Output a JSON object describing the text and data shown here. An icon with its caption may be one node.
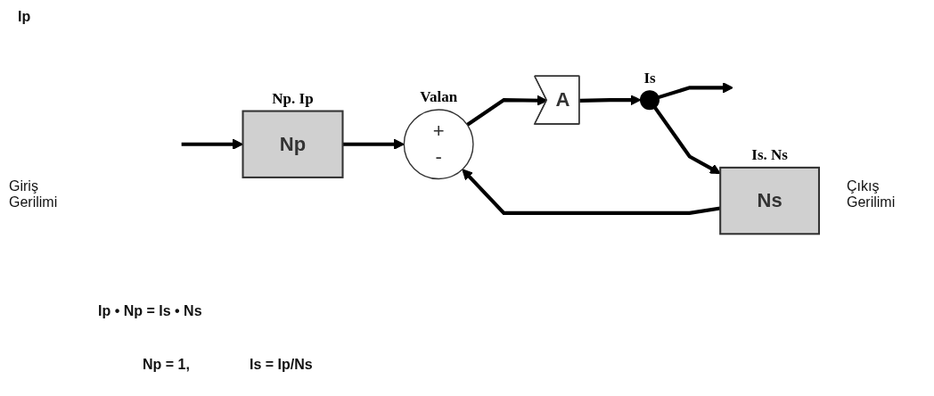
{
  "diagram": {
    "nodes": [
      {
        "text": [
          "Np"
        ],
        "beside": [
          "Np. Ip"
        ]
      },
      {
        "text": [
          "+",
          "-"
        ],
        "beside": [
          "Valan"
        ]
      },
      {
        "text": [
          "A"
        ]
      },
      {
        "text": [],
        "shape": "circle",
        "beside": [
          "Is"
        ]
      },
      {
        "text": [
          "Ns"
        ],
        "beside": [
          "Is. Ns"
        ]
      }
    ],
    "edges": [
      {
        "from": null,
        "to": 0,
        "arrow": "to"
      },
      {
        "from": 0,
        "to": 1,
        "arrow": "to"
      },
      {
        "from": 1,
        "to": 2,
        "arrow": "to"
      },
      {
        "from": 2,
        "to": 3,
        "arrow": "to"
      },
      {
        "from": 3,
        "to": null,
        "arrow": "to"
      },
      {
        "from": 3,
        "to": 4,
        "arrow": "to"
      },
      {
        "from": 4,
        "to": 1,
        "arrow": "to"
      }
    ],
    "labels": [
      "Ip",
      "Giriş Gerilimi",
      "Çıkış Gerilimi",
      "Ip • Np = Is • Ns",
      "Np = 1,",
      "Is = Ip/Ns"
    ]
  }
}
